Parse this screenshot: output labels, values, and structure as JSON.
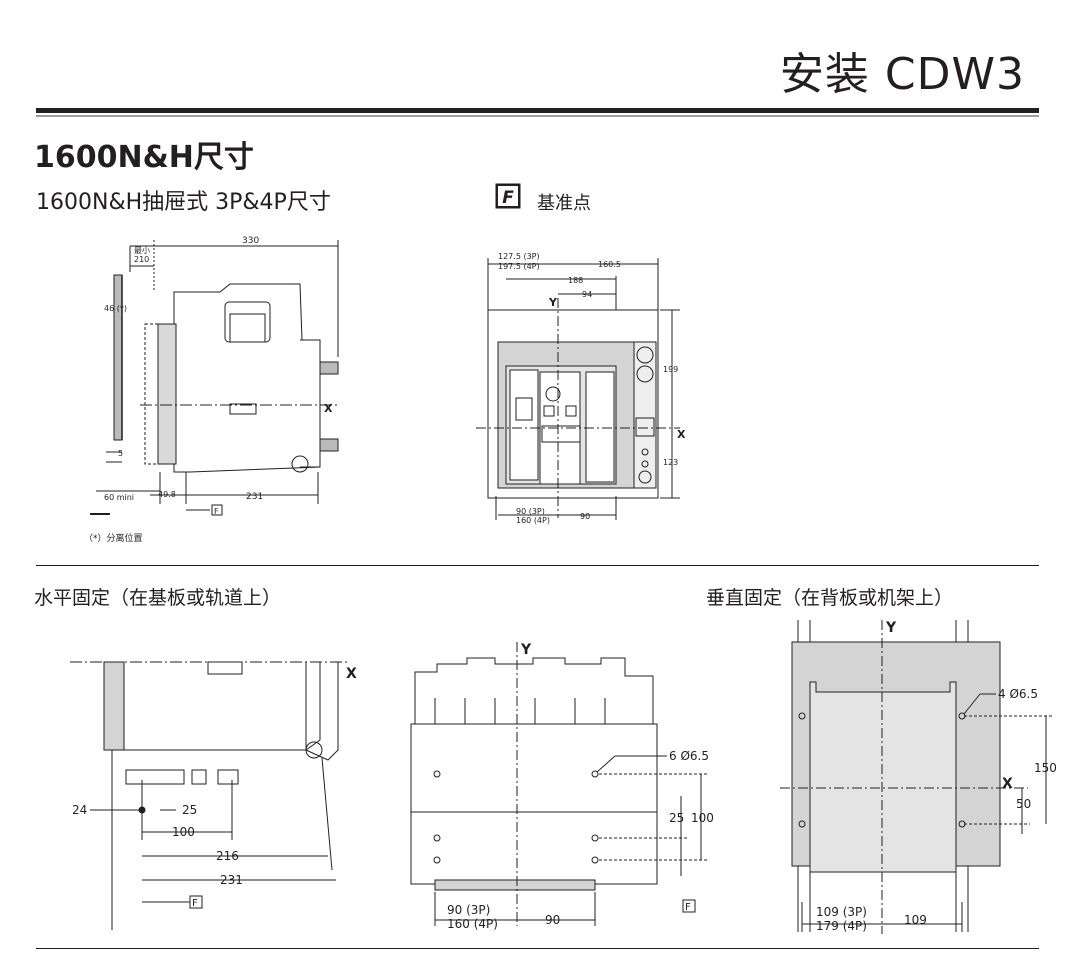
{
  "header": {
    "title": "安装 CDW3"
  },
  "section": {
    "title": "1600N&H尺寸",
    "subtitle": "1600N&H抽屉式 3P&4P尺寸",
    "reference_label": "基准点",
    "reference_symbol": "F"
  },
  "note": "（*）分离位置",
  "side_view": {
    "dims": {
      "min_label": "最小",
      "d210": "210",
      "d330": "330",
      "d46": "46 (*)",
      "x": "X",
      "d5": "5",
      "d60": "60 mini",
      "d49": "49.8",
      "d231": "231",
      "f": "F"
    }
  },
  "front_view": {
    "dims": {
      "d127": "127.5 (3P)",
      "d197": "197.5 (4P)",
      "d160": "160.5",
      "d188": "188",
      "d94": "94",
      "y": "Y",
      "d199": "199",
      "x": "X",
      "d123": "123",
      "d90a": "90 (3P)",
      "d160b": "160 (4P)",
      "d90b": "90"
    }
  },
  "horizontal": {
    "title": "水平固定（在基板或轨道上）",
    "side": {
      "x": "X",
      "d24": "24",
      "d25": "25",
      "d100": "100",
      "d216": "216",
      "d231": "231",
      "f": "F"
    },
    "plan": {
      "y": "Y",
      "holes": "6 Ø6.5",
      "d25": "25",
      "d100": "100",
      "d90a": "90 (3P)",
      "d160": "160 (4P)",
      "d90b": "90",
      "f": "F"
    }
  },
  "vertical": {
    "title": "垂直固定（在背板或机架上）",
    "dims": {
      "y": "Y",
      "holes": "4 Ø6.5",
      "x": "X",
      "d150": "150",
      "d50": "50",
      "d109a": "109 (3P)",
      "d179": "179 (4P)",
      "d109b": "109"
    }
  }
}
